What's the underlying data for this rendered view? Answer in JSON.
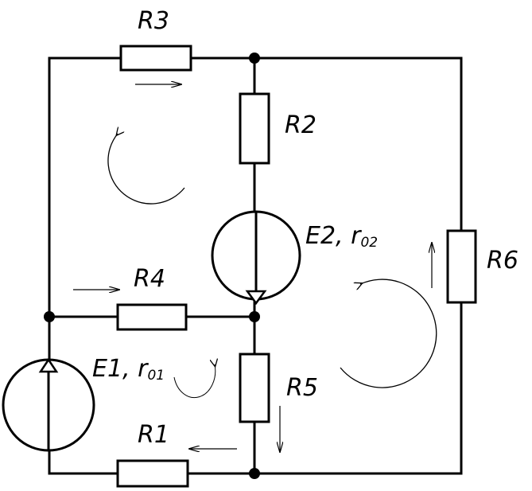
{
  "labels": {
    "r1": "R1",
    "r2": "R2",
    "r3": "R3",
    "r4": "R4",
    "r5": "R5",
    "r6": "R6",
    "e1": "E1, r",
    "e1_sub": "01",
    "e2": "E2, r",
    "e2_sub": "02"
  },
  "colors": {
    "stroke": "#000000",
    "background": "#ffffff"
  }
}
